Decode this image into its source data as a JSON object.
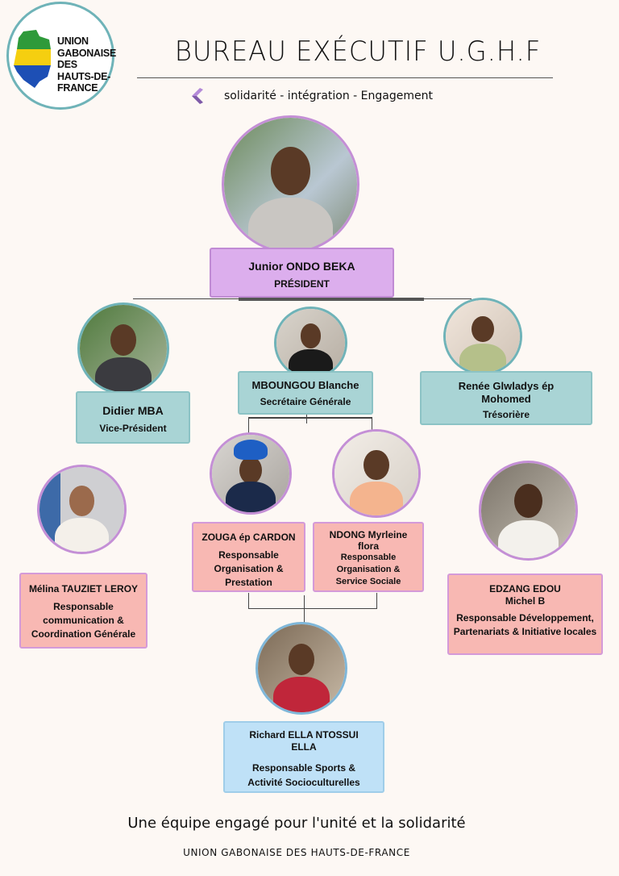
{
  "logo": {
    "lines": [
      "UNION",
      "GABONAISE",
      "DES",
      "HAUTS-DE-",
      "FRANCE"
    ],
    "flag_colors": [
      "#2e9a3a",
      "#f5cf10",
      "#1d4fb5"
    ]
  },
  "header": {
    "title": "BUREAU EXÉCUTIF U.G.H.F",
    "tagline": "solidarité - intégration - Engagement"
  },
  "members": {
    "president": {
      "name": "Junior ONDO BEKA",
      "role": "PRÉSIDENT"
    },
    "vice_president": {
      "name": "Didier MBA",
      "role": "Vice-Président"
    },
    "secretary": {
      "name": "MBOUNGOU Blanche",
      "role": "Secrétaire Générale"
    },
    "treasurer": {
      "name": "Renée Glwladys ép Mohomed",
      "role": "Trésorière"
    },
    "zouga": {
      "name": "ZOUGA ép CARDON",
      "role": "Responsable Organisation & Prestation"
    },
    "ndong": {
      "name": "NDONG Myrleine flora",
      "role": "Responsable Organisation & Service Sociale"
    },
    "melina": {
      "name": "Mélina TAUZIET LEROY",
      "role": "Responsable communication & Coordination Générale"
    },
    "edzang": {
      "name": "EDZANG EDOU Michel B",
      "role": "Responsable Développement, Partenariats & Initiative locales"
    },
    "richard": {
      "name": "Richard  ELLA  NTOSSUI ELLA",
      "role": "Responsable Sports & Activité Socioculturelles"
    }
  },
  "footer": {
    "slogan": "Une équipe engagé pour l'unité et la solidarité",
    "org": "UNION GABONAISE DES HAUTS-DE-FRANCE"
  },
  "colors": {
    "teal": "#a9d4d5",
    "pink": "#f8b8b3",
    "purple": "#dcaeed",
    "blue": "#bfe1f7",
    "photo_border": "#c48fd6"
  }
}
